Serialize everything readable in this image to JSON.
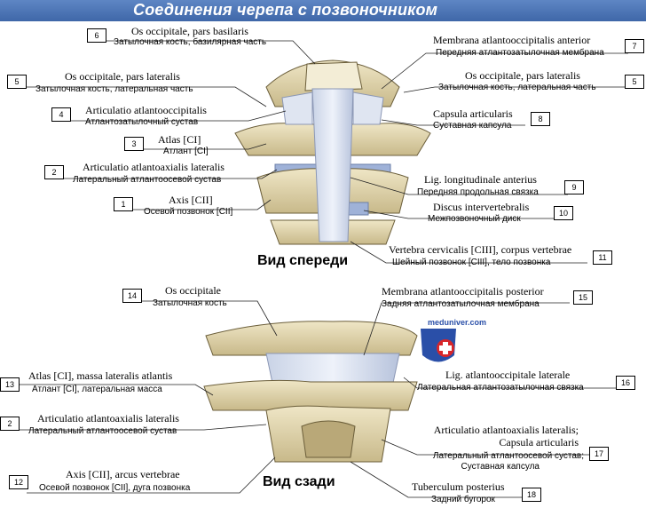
{
  "title": "Соединения черепа с позвоночником",
  "watermark": "meduniver.com",
  "views": {
    "front": "Вид спереди",
    "back": "Вид сзади"
  },
  "labels": [
    {
      "n": "6",
      "latin": "Os occipitale, pars basilaris",
      "ru": "Затылочная кость, базилярная часть"
    },
    {
      "n": "5",
      "latin": "Os occipitale, pars lateralis",
      "ru": "Затылочная кость, латеральная часть"
    },
    {
      "n": "4",
      "latin": "Articulatio atlantooccipitalis",
      "ru": "Атлантозатылочный сустав"
    },
    {
      "n": "3",
      "latin": "Atlas [CI]",
      "ru": "Атлант [CI]"
    },
    {
      "n": "2",
      "latin": "Articulatio atlantoaxialis lateralis",
      "ru": "Латеральный атлантоосевой сустав"
    },
    {
      "n": "1",
      "latin": "Axis [CII]",
      "ru": "Осевой позвонок [CII]"
    },
    {
      "n": "7",
      "latin": "Membrana atlantooccipitalis anterior",
      "ru": "Передняя атлантозатылочная мембрана"
    },
    {
      "n": "5",
      "latin": "Os occipitale, pars lateralis",
      "ru": "Затылочная кость, латеральная часть"
    },
    {
      "n": "8",
      "latin": "Capsula articularis",
      "ru": "Суставная капсула"
    },
    {
      "n": "9",
      "latin": "Lig. longitudinale anterius",
      "ru": "Передняя продольная связка"
    },
    {
      "n": "10",
      "latin": "Discus intervertebralis",
      "ru": "Межпозвоночный диск"
    },
    {
      "n": "11",
      "latin": "Vertebra cervicalis [CIII], corpus vertebrae",
      "ru": "Шейный позвонок [CIII], тело позвонка"
    },
    {
      "n": "14",
      "latin": "Os occipitale",
      "ru": "Затылочная кость"
    },
    {
      "n": "13",
      "latin": "Atlas [CI], massa lateralis atlantis",
      "ru": "Атлант [CI], латеральная масса"
    },
    {
      "n": "2",
      "latin": "Articulatio atlantoaxialis lateralis",
      "ru": "Латеральный атлантоосевой сустав"
    },
    {
      "n": "12",
      "latin": "Axis [CII], arcus vertebrae",
      "ru": "Осевой позвонок [CII], дуга позвонка"
    },
    {
      "n": "15",
      "latin": "Membrana atlantooccipitalis posterior",
      "ru": "Задняя атлантозатылочная мембрана"
    },
    {
      "n": "16",
      "latin": "Lig. atlantooccipitale laterale",
      "ru": "Латеральная атлантозатылочная связка"
    },
    {
      "n": "17",
      "latin": "Articulatio atlantoaxialis lateralis;",
      "latin2": "Capsula articularis",
      "ru": "Латеральный атлантоосевой сустав;",
      "ru2": "Суставная капсула"
    },
    {
      "n": "18",
      "latin": "Tuberculum posterius",
      "ru": "Задний бугорок"
    }
  ]
}
